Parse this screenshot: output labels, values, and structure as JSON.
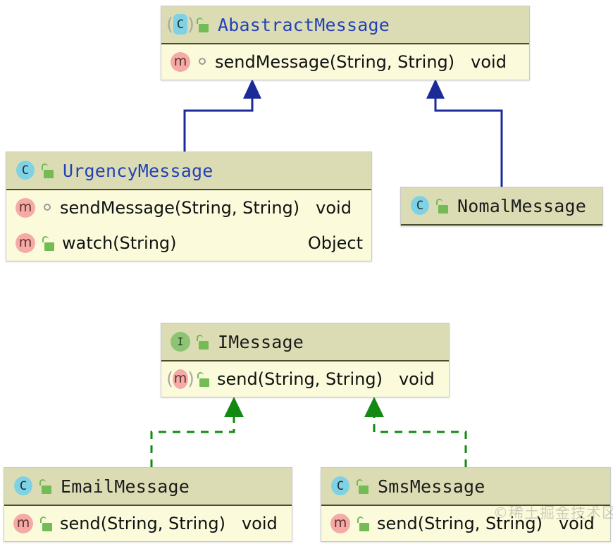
{
  "diagram": {
    "type": "uml-class-diagram",
    "background_color": "#ffffff",
    "palette": {
      "header_bg": "#dcdcb4",
      "body_bg": "#fbfbdc",
      "box_border": "#c9c9c9",
      "separator": "#4c4c28",
      "title_blue": "#2340b8",
      "title_dark": "#1b1b1b",
      "class_icon": "#7ed2e3",
      "interface_icon": "#8cc474",
      "method_icon": "#f5aaa6",
      "lock_green": "#72bb55",
      "inherit_arrow": "#1b2a99",
      "implement_arrow": "#128a12"
    }
  },
  "classes": {
    "abstract_message": {
      "name": "AbastractMessage",
      "stereotype_icon": "abstract-class-icon",
      "visibility_icon": "unlocked-padlock-icon",
      "title_color": "blue",
      "members": [
        {
          "kind_icon": "method-icon",
          "modifier_icon": "package-private-ring-icon",
          "signature": "sendMessage(String, String)",
          "return_type": "void",
          "return_inline": true
        }
      ]
    },
    "urgency_message": {
      "name": "UrgencyMessage",
      "stereotype_icon": "class-icon",
      "visibility_icon": "unlocked-padlock-icon",
      "title_color": "blue",
      "members": [
        {
          "kind_icon": "method-icon",
          "modifier_icon": "package-private-ring-icon",
          "signature": "sendMessage(String, String)",
          "return_type": "void",
          "return_inline": true
        },
        {
          "kind_icon": "method-icon",
          "modifier_icon": "unlocked-padlock-icon",
          "signature": "watch(String)",
          "return_type": "Object",
          "return_inline": false
        }
      ]
    },
    "nomal_message": {
      "name": "NomalMessage",
      "stereotype_icon": "class-icon",
      "visibility_icon": "unlocked-padlock-icon",
      "title_color": "dark",
      "members": []
    },
    "imessage": {
      "name": "IMessage",
      "stereotype_icon": "interface-icon",
      "visibility_icon": "unlocked-padlock-icon",
      "title_color": "dark",
      "members": [
        {
          "kind_icon": "abstract-method-icon",
          "modifier_icon": "unlocked-padlock-icon",
          "signature": "send(String, String)",
          "return_type": "void",
          "return_inline": true
        }
      ]
    },
    "email_message": {
      "name": "EmailMessage",
      "stereotype_icon": "class-icon",
      "visibility_icon": "unlocked-padlock-icon",
      "title_color": "dark",
      "members": [
        {
          "kind_icon": "method-icon",
          "modifier_icon": "unlocked-padlock-icon",
          "signature": "send(String, String)",
          "return_type": "void",
          "return_inline": true
        }
      ]
    },
    "sms_message": {
      "name": "SmsMessage",
      "stereotype_icon": "class-icon",
      "visibility_icon": "unlocked-padlock-icon",
      "title_color": "dark",
      "members": [
        {
          "kind_icon": "method-icon",
          "modifier_icon": "unlocked-padlock-icon",
          "signature": "send(String, String)",
          "return_type": "void",
          "return_inline": true
        }
      ]
    }
  },
  "relations": [
    {
      "from": "UrgencyMessage",
      "to": "AbastractMessage",
      "type": "generalization",
      "style": "solid",
      "color": "#1b2a99"
    },
    {
      "from": "NomalMessage",
      "to": "AbastractMessage",
      "type": "generalization",
      "style": "solid",
      "color": "#1b2a99"
    },
    {
      "from": "EmailMessage",
      "to": "IMessage",
      "type": "realization",
      "style": "dashed",
      "color": "#128a12"
    },
    {
      "from": "SmsMessage",
      "to": "IMessage",
      "type": "realization",
      "style": "dashed",
      "color": "#128a12"
    }
  ],
  "watermark": {
    "text": "©稀土掘金技术区"
  },
  "glyphs": {
    "class_letter": "C",
    "interface_letter": "I",
    "method_letter": "m",
    "paren_left": "(",
    "paren_right": ")"
  }
}
